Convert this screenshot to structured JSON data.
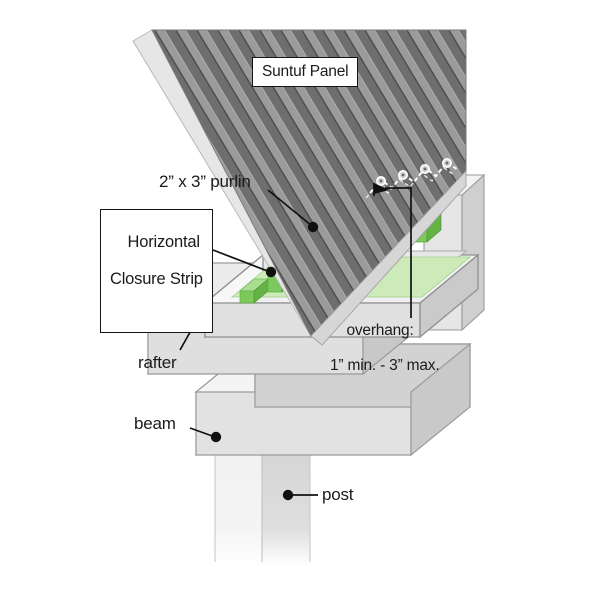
{
  "diagram": {
    "title": "Suntuf Panel roof assembly detail",
    "background_color": "#ffffff"
  },
  "labels": {
    "suntuf_panel": "Suntuf Panel",
    "purlin": "2” x 3” purlin",
    "closure_line1": "Horizontal",
    "closure_line2": "Closure Strip",
    "overhang_line1": "overhang:",
    "overhang_line2": "1” min. - 3” max.",
    "rafter": "rafter",
    "beam": "beam",
    "post": "post"
  },
  "colors": {
    "panel_dark_stripe": "#6e6e6e",
    "panel_mid_stripe": "#9b9b9b",
    "panel_line_dark": "#4a4a4a",
    "panel_edge_light": "#e3e3e3",
    "wood_light": "#f2f2f2",
    "wood_mid": "#dcdcdc",
    "wood_dark": "#c6c6c6",
    "wood_shadow": "#b4b4b4",
    "outline": "#8c8c8c",
    "closure_green_top": "#aadd8e",
    "closure_green_front": "#7cc85c",
    "closure_green_side": "#5fae42",
    "closure_base": "#cdeab9",
    "leader": "#111111",
    "text": "#1a1a1a"
  },
  "parts": [
    {
      "name": "suntuf-panel",
      "kind": "corrugated-roof-panel"
    },
    {
      "name": "horizontal-closure-strip",
      "kind": "green-wave-strip"
    },
    {
      "name": "purlin",
      "kind": "lumber",
      "size": "2” x 3”"
    },
    {
      "name": "rafter",
      "kind": "lumber"
    },
    {
      "name": "beam",
      "kind": "lumber"
    },
    {
      "name": "post",
      "kind": "lumber"
    },
    {
      "name": "fasteners",
      "kind": "screw-row"
    }
  ]
}
